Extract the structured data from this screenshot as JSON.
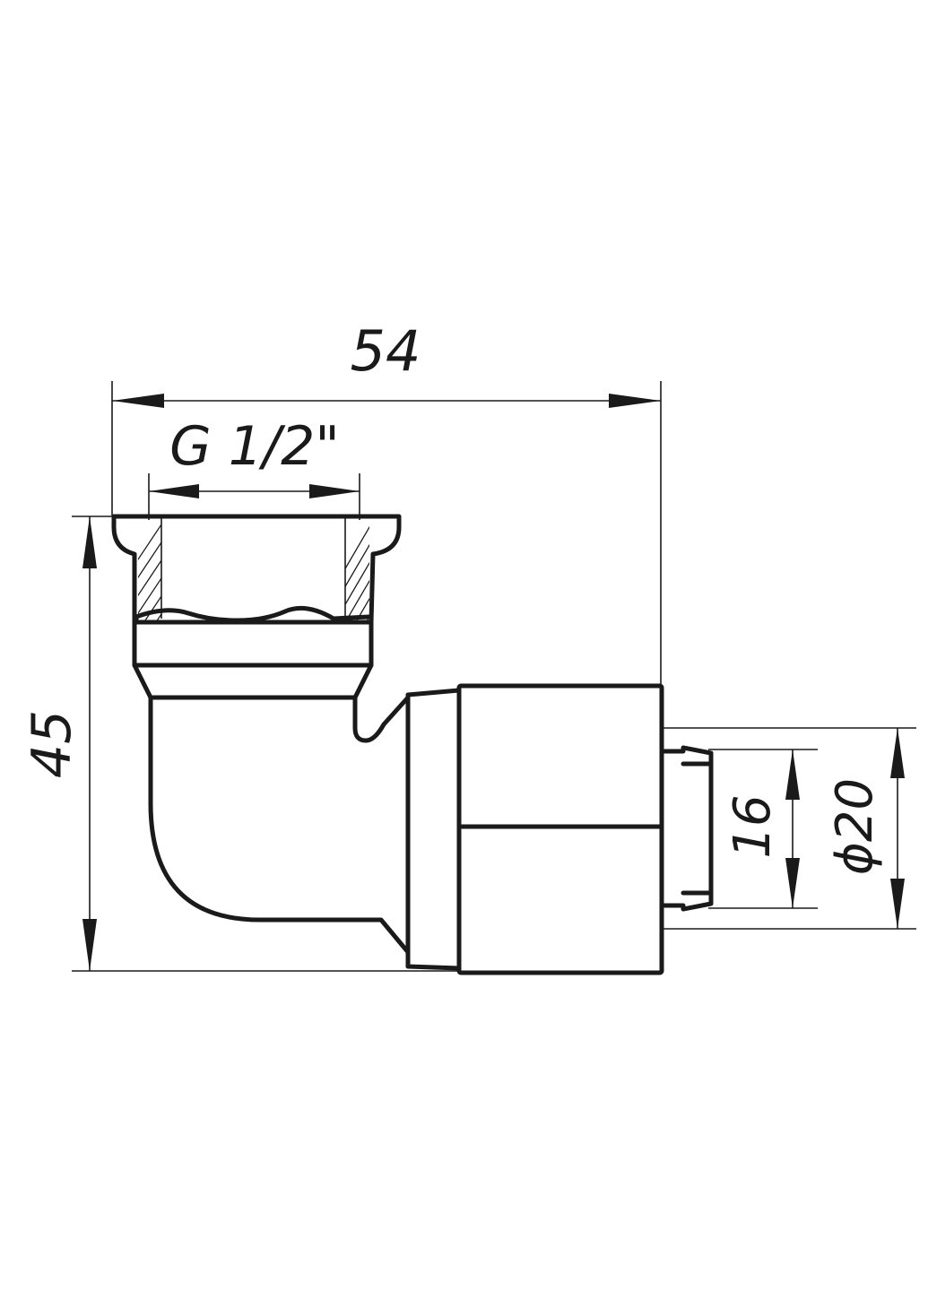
{
  "diagram": {
    "type": "technical-drawing",
    "subject": "elbow-fitting",
    "stroke_color": "#1a1a1a",
    "background": "#ffffff"
  },
  "dimensions": {
    "overall_width": "54",
    "thread_size": "G 1/2\"",
    "overall_height": "45",
    "pipe_inner": "16",
    "pipe_outer": "ϕ20"
  }
}
